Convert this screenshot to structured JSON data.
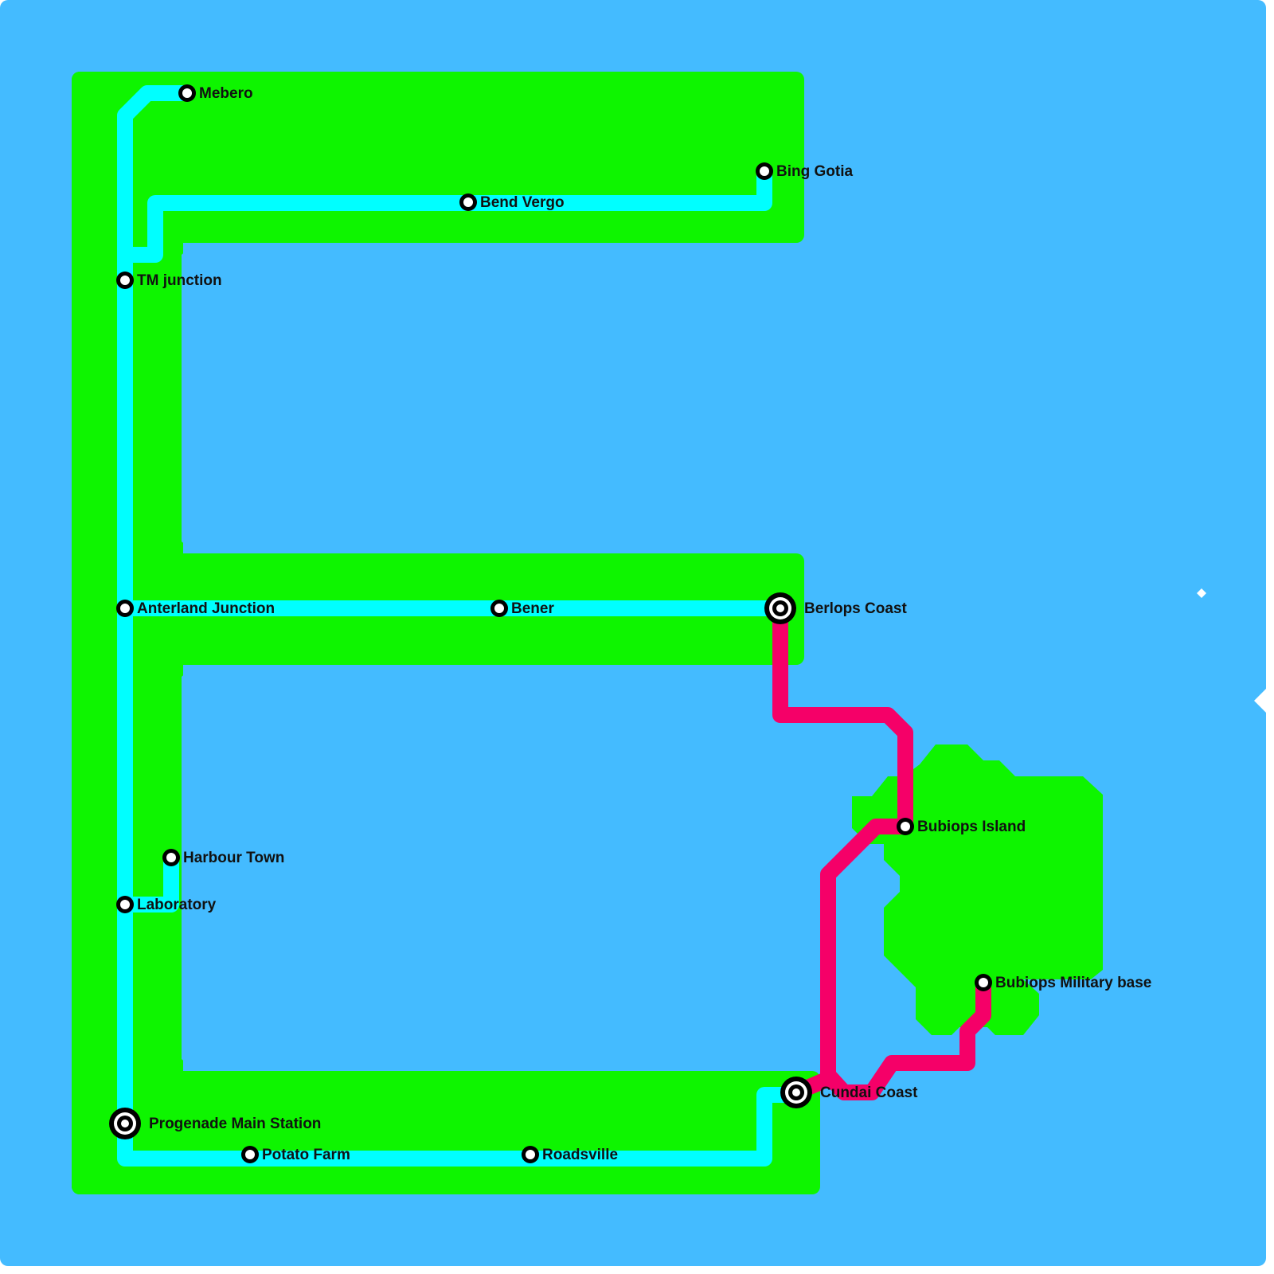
{
  "map": {
    "colors": {
      "water": "#44bbff",
      "land": "#0ef500",
      "line_cyan": "#00ffff",
      "line_red": "#f50068",
      "station_ring": "#000000",
      "station_fill": "#ffffff"
    },
    "lines": [
      {
        "name": "Cyan line",
        "color": "#00ffff"
      },
      {
        "name": "Red line",
        "color": "#f50068"
      }
    ],
    "stations": [
      {
        "id": "mebero",
        "name": "Mebero",
        "type": "stop"
      },
      {
        "id": "bing-gotia",
        "name": "Bing Gotia",
        "type": "stop"
      },
      {
        "id": "bend-vergo",
        "name": "Bend Vergo",
        "type": "stop"
      },
      {
        "id": "tm-junction",
        "name": "TM junction",
        "type": "stop"
      },
      {
        "id": "anterland-junction",
        "name": "Anterland Junction",
        "type": "stop"
      },
      {
        "id": "bener",
        "name": "Bener",
        "type": "stop"
      },
      {
        "id": "berlops-coast",
        "name": "Berlops Coast",
        "type": "interchange"
      },
      {
        "id": "bubiops-island",
        "name": "Bubiops Island",
        "type": "stop"
      },
      {
        "id": "harbour-town",
        "name": "Harbour Town",
        "type": "stop"
      },
      {
        "id": "laboratory",
        "name": "Laboratory",
        "type": "stop"
      },
      {
        "id": "bubiops-military-base",
        "name": "Bubiops Military base",
        "type": "stop"
      },
      {
        "id": "cundai-coast",
        "name": "Cundai Coast",
        "type": "interchange"
      },
      {
        "id": "progenade-main-station",
        "name": "Progenade Main Station",
        "type": "interchange"
      },
      {
        "id": "potato-farm",
        "name": "Potato Farm",
        "type": "stop"
      },
      {
        "id": "roadsville",
        "name": "Roadsville",
        "type": "stop"
      }
    ]
  }
}
